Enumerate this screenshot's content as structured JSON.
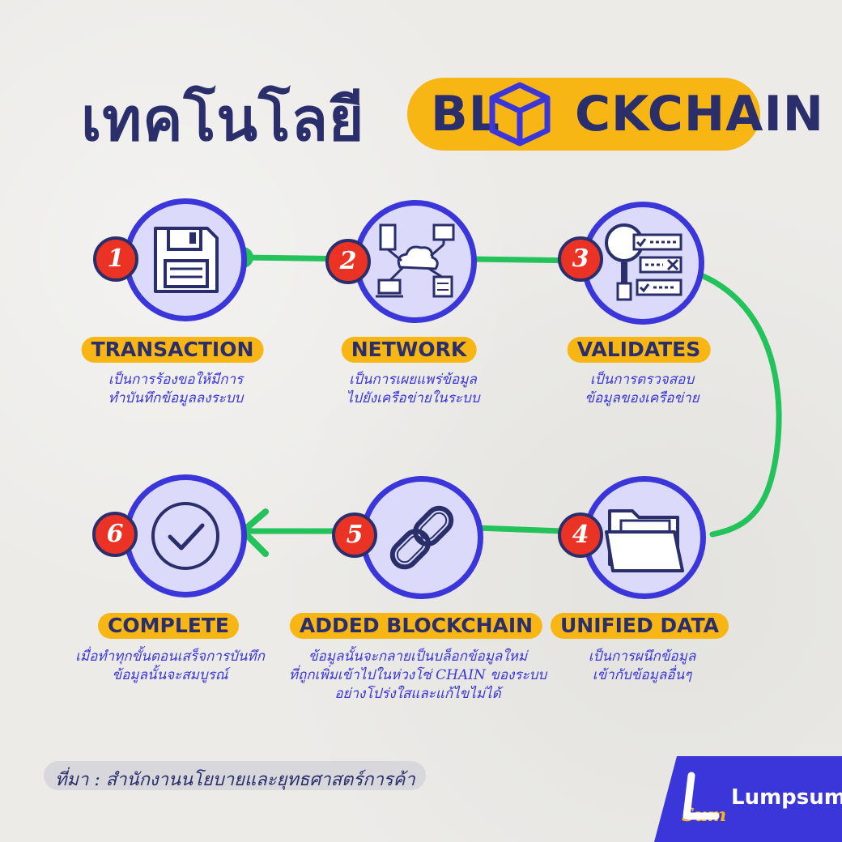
{
  "title": {
    "thai": "เทคโนโลยี",
    "prefix": "BL",
    "suffix": "CKCHAIN"
  },
  "steps": [
    {
      "number": "1",
      "label": "TRANSACTION",
      "icon": "floppy-disk-icon",
      "desc": [
        "เป็นการร้องขอให้มีการ",
        "ทำบันทึกข้อมูลลงระบบ"
      ]
    },
    {
      "number": "2",
      "label": "NETWORK",
      "icon": "network-cloud-icon",
      "desc": [
        "เป็นการเผยแพร่ข้อมูล",
        "ไปยังเครือข่ายในระบบ"
      ]
    },
    {
      "number": "3",
      "label": "VALIDATES",
      "icon": "magnifier-checklist-icon",
      "desc": [
        "เป็นการตรวจสอบ",
        "ข้อมูลของเครือข่าย"
      ]
    },
    {
      "number": "4",
      "label": "UNIFIED DATA",
      "icon": "folder-icon",
      "desc": [
        "เป็นการผนึกข้อมูล",
        "เข้ากับข้อมูลอื่นๆ"
      ]
    },
    {
      "number": "5",
      "label": "ADDED BLOCKCHAIN",
      "icon": "chain-link-icon",
      "desc": [
        "ข้อมูลนั้นจะกลายเป็นบล็อกข้อมูลใหม่",
        "ที่ถูกเพิ่มเข้าไปในห่วงโซ่ CHAIN ของระบบ",
        "อย่างโปร่งใสและแก้ไขไม่ได้"
      ]
    },
    {
      "number": "6",
      "label": "COMPLETE",
      "icon": "checkmark-icon",
      "desc": [
        "เมื่อทำทุกขั้นตอนเสร็จการบันทึก",
        "ข้อมูลนั้นจะสมบูรณ์"
      ]
    }
  ],
  "source": "ที่มา : สำนักงานนโยบายและยุทธศาสตร์การค้า",
  "brand": {
    "name": "Lumpsum",
    "logo_text": "Sum"
  },
  "colors": {
    "navy": "#2a2f6b",
    "blue": "#3a36d9",
    "yellow": "#f8b614",
    "red": "#ea3324",
    "green": "#23c25a",
    "lavender": "#dcdafa"
  }
}
